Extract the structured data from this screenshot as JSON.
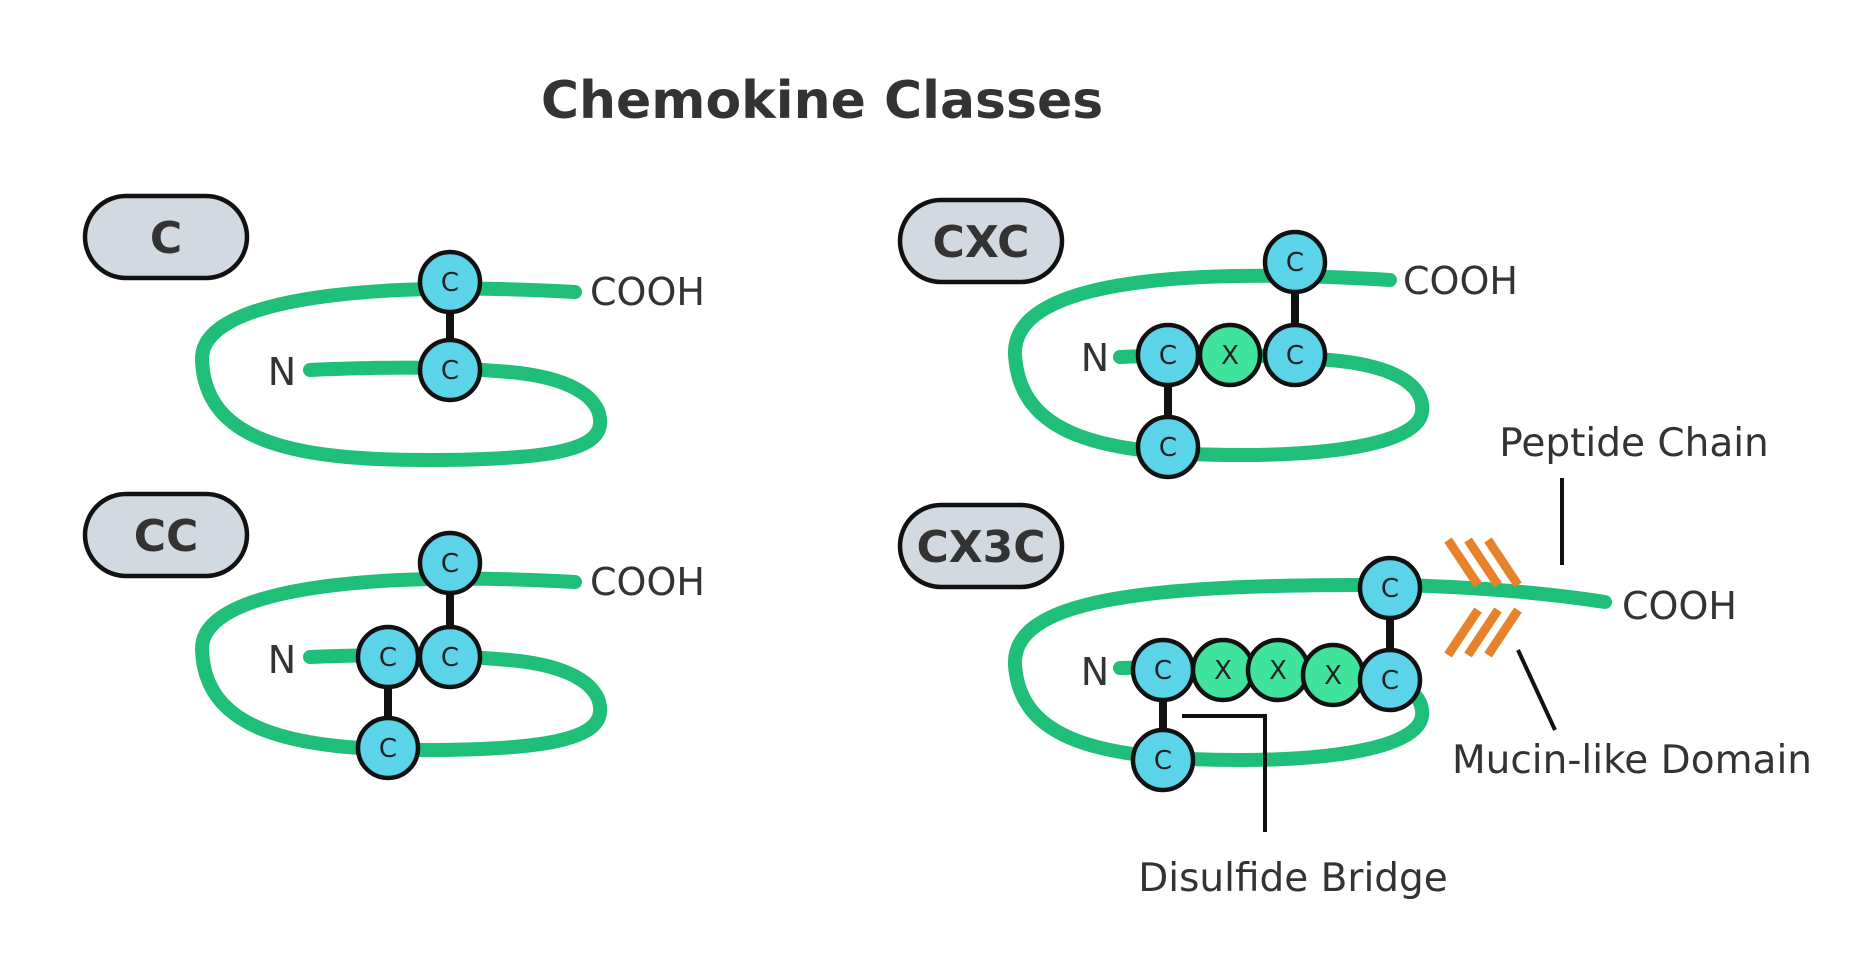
{
  "title": "Chemokine Classes",
  "panels": {
    "c": {
      "label": "C",
      "n_label": "N",
      "cooh_label": "COOH",
      "residues": [
        "C",
        "C"
      ]
    },
    "cc": {
      "label": "CC",
      "n_label": "N",
      "cooh_label": "COOH",
      "residues": [
        "C",
        "C",
        "C",
        "C"
      ]
    },
    "cxc": {
      "label": "CXC",
      "n_label": "N",
      "cooh_label": "COOH",
      "residues": [
        "C",
        "C",
        "X",
        "C",
        "C"
      ]
    },
    "cx3c": {
      "label": "CX3C",
      "n_label": "N",
      "cooh_label": "COOH",
      "residues": [
        "C",
        "C",
        "X",
        "X",
        "X",
        "C",
        "C"
      ]
    }
  },
  "callouts": {
    "peptide_chain": "Peptide Chain",
    "mucin_domain": "Mucin-like Domain",
    "disulfide_bridge": "Disulfide Bridge"
  },
  "colors": {
    "chain": "#1fbf7a",
    "cysteine": "#5bd4ea",
    "x_residue": "#3fe39c",
    "mucin": "#e8822a",
    "pill_fill": "#d3d9e0"
  }
}
